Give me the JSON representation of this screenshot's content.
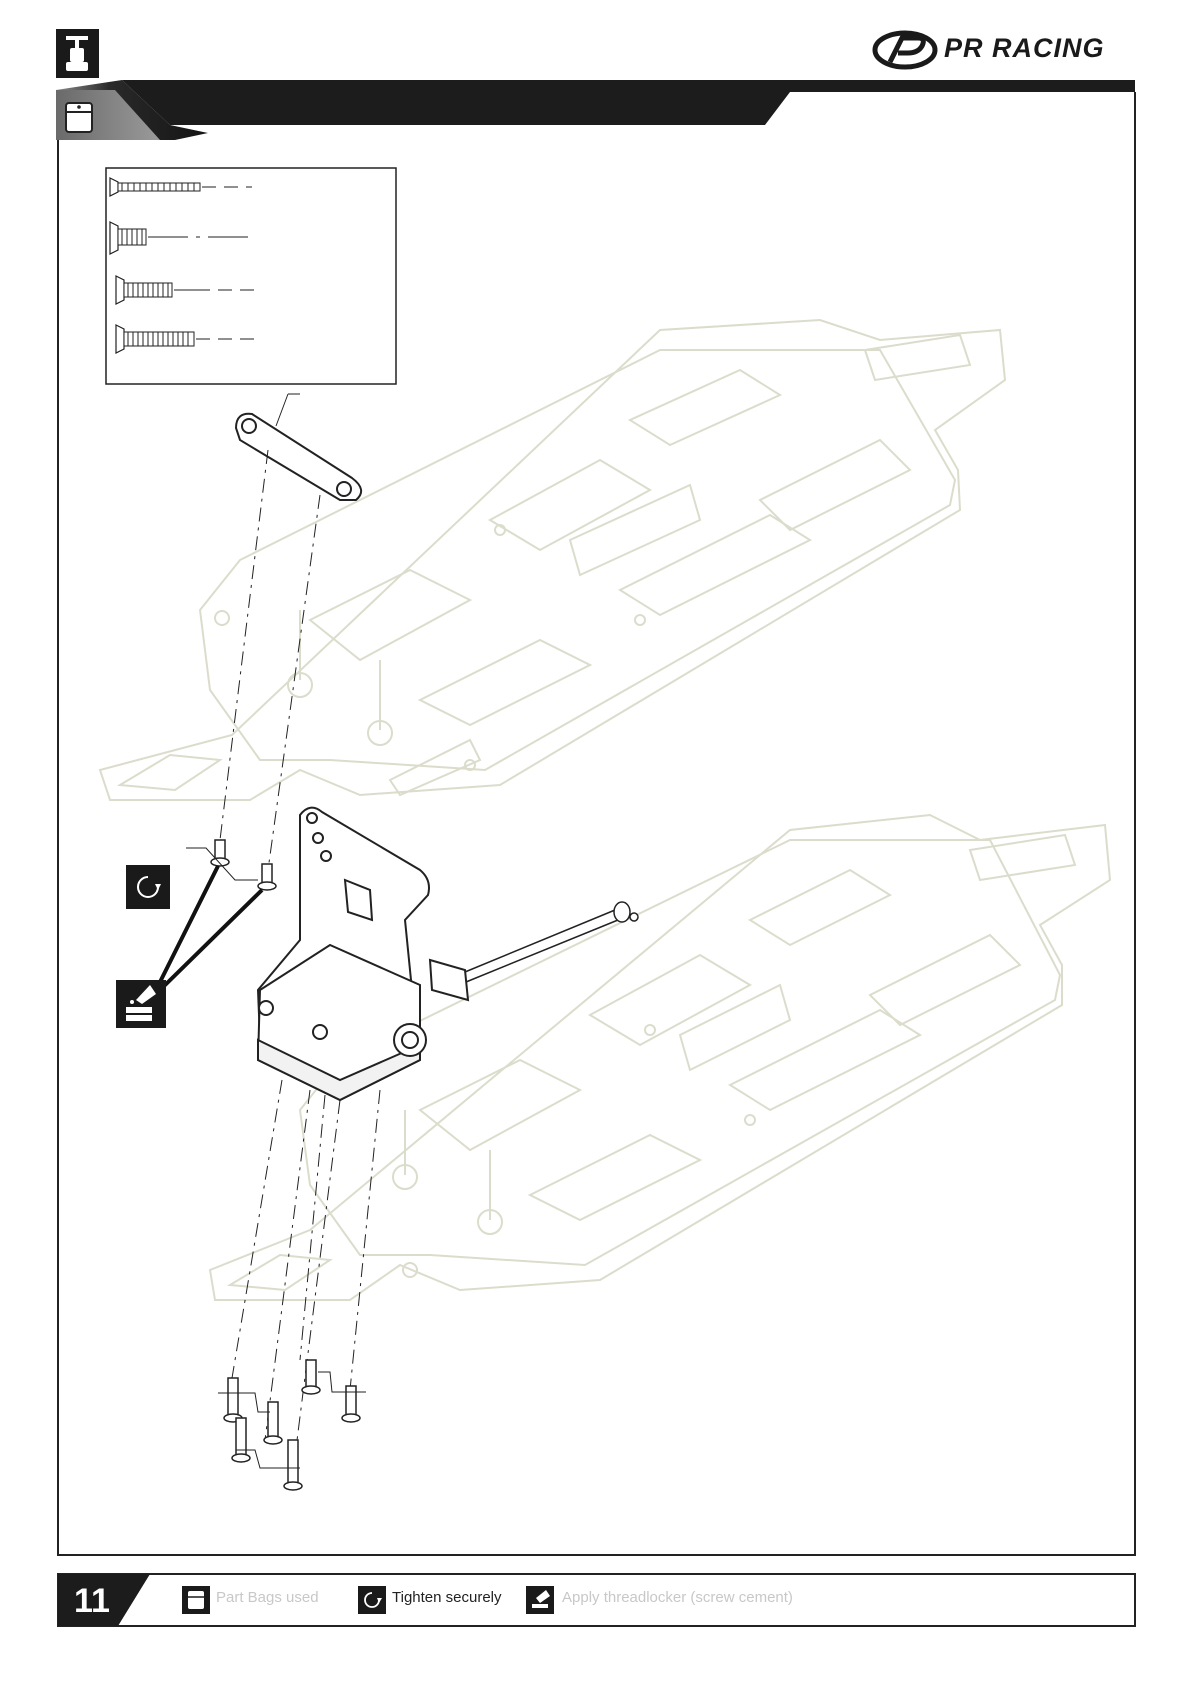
{
  "brand": {
    "name": "PR RACING"
  },
  "page": {
    "number": "11"
  },
  "legend": {
    "part_bags": "Part Bags used",
    "tighten": "Tighten securely",
    "threadlocker": "Apply threadlocker (screw cement)"
  },
  "icons": {
    "section": "car-chassis-icon",
    "bag": "part-bag-icon",
    "tighten": "tighten-rotate-icon",
    "threadlocker": "threadlocker-bottle-icon"
  },
  "colors": {
    "header_bar": "#1c1c1c",
    "header_gradient": "#7a7a7a",
    "chassis_line": "#dcdccc",
    "border": "#222222"
  }
}
